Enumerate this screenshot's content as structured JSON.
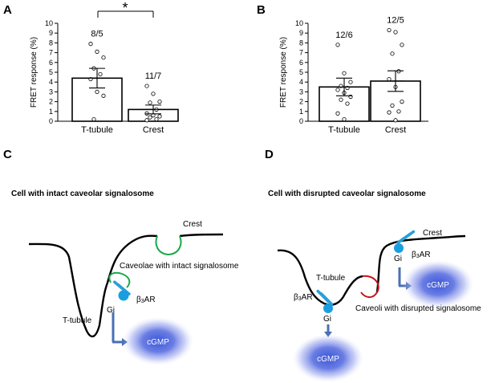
{
  "panels": {
    "a": "A",
    "b": "B",
    "c": "C",
    "d": "D"
  },
  "chart_data": [
    {
      "type": "bar",
      "panel": "A",
      "categories": [
        "T-tubule",
        "Crest"
      ],
      "values": [
        4.4,
        1.2
      ],
      "sem": [
        1.0,
        0.45
      ],
      "n_labels": [
        "8/5",
        "11/7"
      ],
      "points": [
        [
          7.9,
          7.1,
          6.5,
          5.4,
          4.8,
          4.3,
          3.0,
          2.6,
          0.2
        ],
        [
          3.6,
          2.8,
          2.0,
          1.9,
          1.2,
          0.8,
          0.6,
          0.5,
          0.4,
          0.2,
          0.1
        ]
      ],
      "significance": "*",
      "ylabel": "FRET response (%)",
      "yticks": [
        0,
        1,
        2,
        3,
        4,
        5,
        6,
        7,
        8,
        9,
        10
      ],
      "ylim": [
        0,
        10
      ]
    },
    {
      "type": "bar",
      "panel": "B",
      "categories": [
        "T-tubule",
        "Crest"
      ],
      "values": [
        3.5,
        4.1
      ],
      "sem": [
        0.9,
        1.05
      ],
      "n_labels": [
        "12/6",
        "12/5"
      ],
      "points": [
        [
          7.8,
          4.9,
          4.0,
          3.6,
          3.4,
          3.2,
          2.9,
          2.5,
          2.2,
          1.8,
          0.8,
          0.2
        ],
        [
          9.3,
          9.1,
          7.8,
          6.9,
          5.1,
          4.3,
          3.5,
          2.0,
          1.6,
          1.0,
          0.9,
          0.1
        ]
      ],
      "ylabel": "FRET response (%)",
      "yticks": [
        0,
        1,
        2,
        3,
        4,
        5,
        6,
        7,
        8,
        9,
        10
      ],
      "ylim": [
        0,
        10
      ]
    }
  ],
  "diagram_c": {
    "title": "Cell with intact caveolar signalosome",
    "crest": "Crest",
    "caveolae": "Caveolae with intact signalosome",
    "ttubule": "T-tubule",
    "gi": "Gi",
    "b3ar_prefix": "β",
    "b3ar_sub": "3",
    "b3ar_suffix": "AR",
    "cgmp": "cGMP",
    "caveola_color": "#1aa84b"
  },
  "diagram_d": {
    "title": "Cell with disrupted caveolar signalosome",
    "crest": "Crest",
    "caveoli": "Caveoli with disrupted signalosome",
    "ttubule": "T-tubule",
    "gi_left": "Gi",
    "gi_right": "Gi",
    "b3ar_prefix": "β",
    "b3ar_sub": "3",
    "b3ar_suffix": "AR",
    "cgmp_left": "cGMP",
    "cgmp_right": "cGMP",
    "caveola_color": "#c4161c"
  },
  "colors": {
    "receptor": "#2a9fd8",
    "gi_ball": "#1b9ee0",
    "arrow": "#4a6fb5",
    "cgmp_core": "#2e4fd6",
    "cgmp_glow": "#9aa6f0"
  }
}
